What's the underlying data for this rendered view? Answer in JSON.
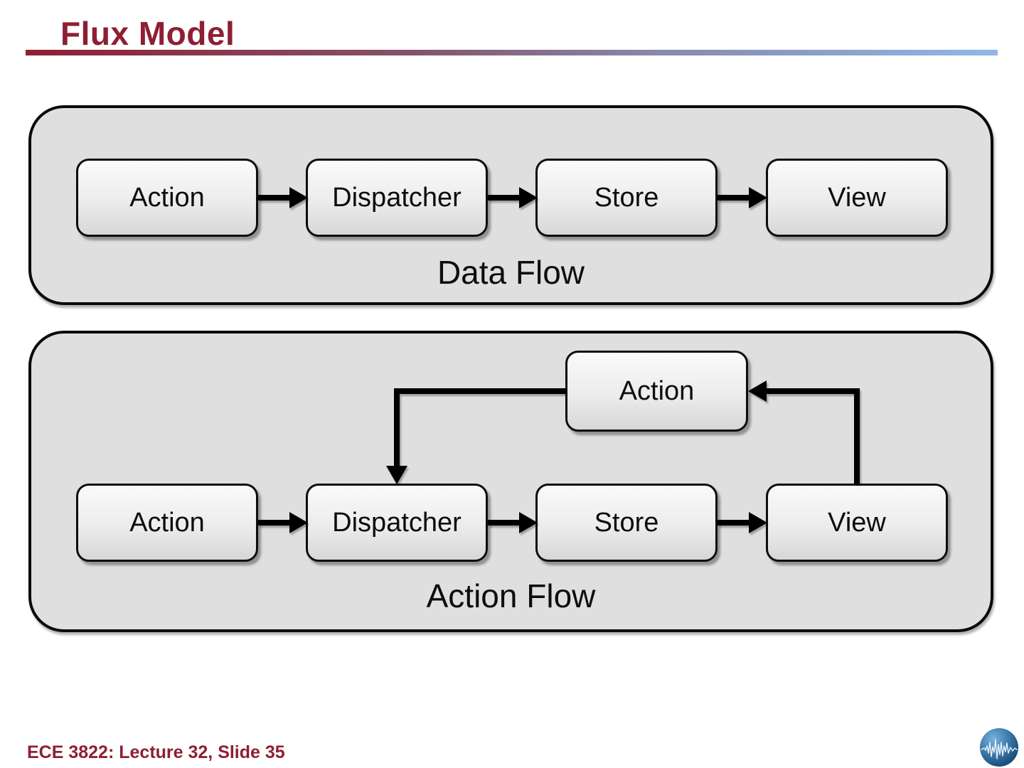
{
  "slide": {
    "title": "Flux Model",
    "footer": "ECE 3822: Lecture 32, Slide 35"
  },
  "colors": {
    "accent_maroon": "#8E1F33",
    "rule_gradient_start": "#8E1F33",
    "rule_gradient_end": "#8FB8E8",
    "panel_fill": "#DFDFDF",
    "node_fill_top": "#FAFAFA",
    "node_fill_bottom": "#D7D7D7",
    "line_black": "#000000"
  },
  "diagrams": [
    {
      "label": "Data Flow",
      "nodes": [
        {
          "label": "Action"
        },
        {
          "label": "Dispatcher"
        },
        {
          "label": "Store"
        },
        {
          "label": "View"
        }
      ],
      "edges": [
        "Action → Dispatcher",
        "Dispatcher → Store",
        "Store → View"
      ]
    },
    {
      "label": "Action Flow",
      "nodes": [
        {
          "label": "Action"
        },
        {
          "label": "Dispatcher"
        },
        {
          "label": "Store"
        },
        {
          "label": "View"
        }
      ],
      "loop_node": {
        "label": "Action"
      },
      "edges": [
        "Action → Dispatcher",
        "Dispatcher → Store",
        "Store → View",
        "View → Action (loop)",
        "Action (loop) → Dispatcher"
      ]
    }
  ],
  "logo": {
    "name": "globe-waveform-logo"
  }
}
